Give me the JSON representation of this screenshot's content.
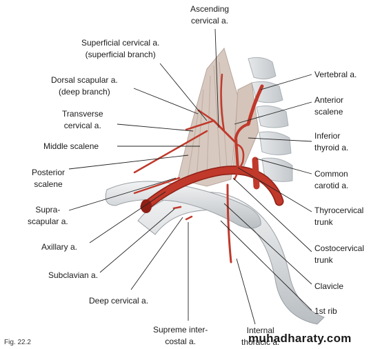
{
  "labels": {
    "ascending_cervical": "Ascending\ncervical a.",
    "superficial_cervical": "Superficial cervical a.\n(superficial branch)",
    "dorsal_scapular": "Dorsal scapular a.\n(deep branch)",
    "transverse_cervical": "Transverse\ncervical a.",
    "middle_scalene": "Middle scalene",
    "posterior_scalene": "Posterior\nscalene",
    "suprascapular": "Supra-\nscapular a.",
    "axillary": "Axillary a.",
    "subclavian": "Subclavian a.",
    "deep_cervical": "Deep cervical a.",
    "supreme_intercostal": "Supreme inter-\ncostal a.",
    "internal_thoracic": "Internal\nthoracic a.",
    "vertebral": "Vertebral a.",
    "anterior_scalene": "Anterior\nscalene",
    "inferior_thyroid": "Inferior\nthyroid a.",
    "common_carotid": "Common\ncarotid a.",
    "thyrocervical": "Thyrocervical\ntrunk",
    "costocervical": "Costocervical\ntrunk",
    "clavicle": "Clavicle",
    "first_rib": "1st rib"
  },
  "figure_number": "Fig. 22.2",
  "watermark": "muhadharaty.com",
  "colors": {
    "artery": "#c0392b",
    "artery_dark": "#8e1f16",
    "bone": "#dfe2e4",
    "bone_shade": "#b9bec2",
    "muscle": "#d8c9c0",
    "leader": "#222222"
  }
}
